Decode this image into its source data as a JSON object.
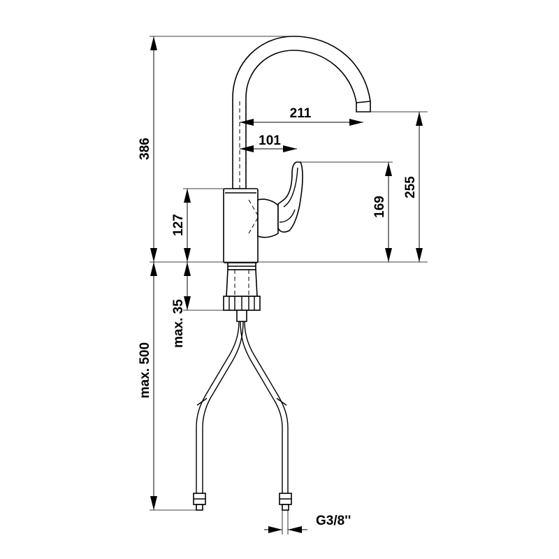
{
  "drawing": {
    "colors": {
      "line": "#000000",
      "background": "#ffffff"
    },
    "dimensions": {
      "total_height": "386",
      "spout_reach": "211",
      "lever_reach": "101",
      "lever_height": "169",
      "spout_outlet_height": "255",
      "body_height": "127",
      "max_deck_thickness": "max. 35",
      "max_hose_length": "max. 500",
      "connection_thread": "G3/8''"
    }
  }
}
